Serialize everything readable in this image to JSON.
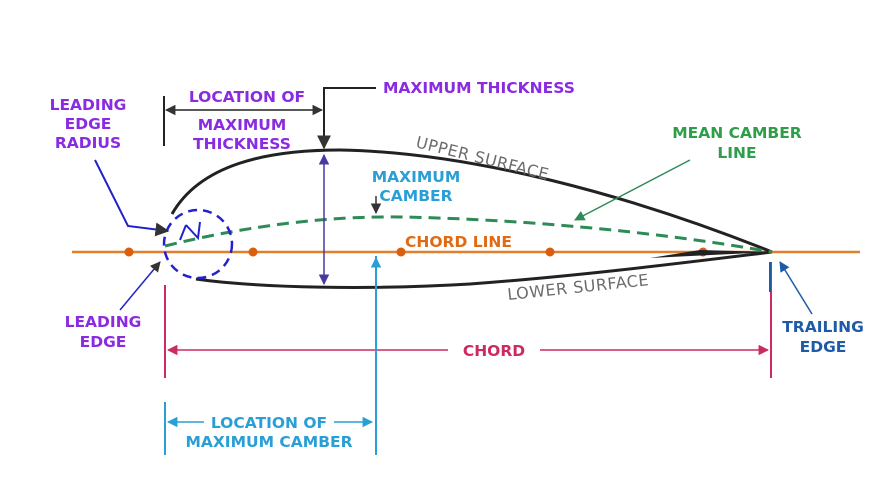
{
  "colors": {
    "airfoil_outline": "#222222",
    "chord_line": "#e07f2c",
    "mean_camber_line": "#2e8b57",
    "leading_edge_circle": "#2222cc",
    "purple_labels": "#8a2be2",
    "blue_labels": "#2a9fd6",
    "pink_labels": "#cc2a62",
    "navy_labels": "#1e5aa8"
  },
  "labels": {
    "leading_edge_radius": [
      "LEADING",
      "EDGE",
      "RADIUS"
    ],
    "location_max_thickness": [
      "LOCATION OF",
      "MAXIMUM",
      "THICKNESS"
    ],
    "maximum_thickness": "MAXIMUM THICKNESS",
    "upper_surface": "UPPER SURFACE",
    "mean_camber_line": [
      "MEAN CAMBER",
      "LINE"
    ],
    "maximum_camber": [
      "MAXIMUM",
      "CAMBER"
    ],
    "chord_line": "CHORD LINE",
    "lower_surface": "LOWER SURFACE",
    "leading_edge": [
      "LEADING",
      "EDGE"
    ],
    "trailing_edge": [
      "TRAILING",
      "EDGE"
    ],
    "chord": "CHORD",
    "location_max_camber": [
      "LOCATION OF",
      "MAXIMUM CAMBER"
    ]
  }
}
